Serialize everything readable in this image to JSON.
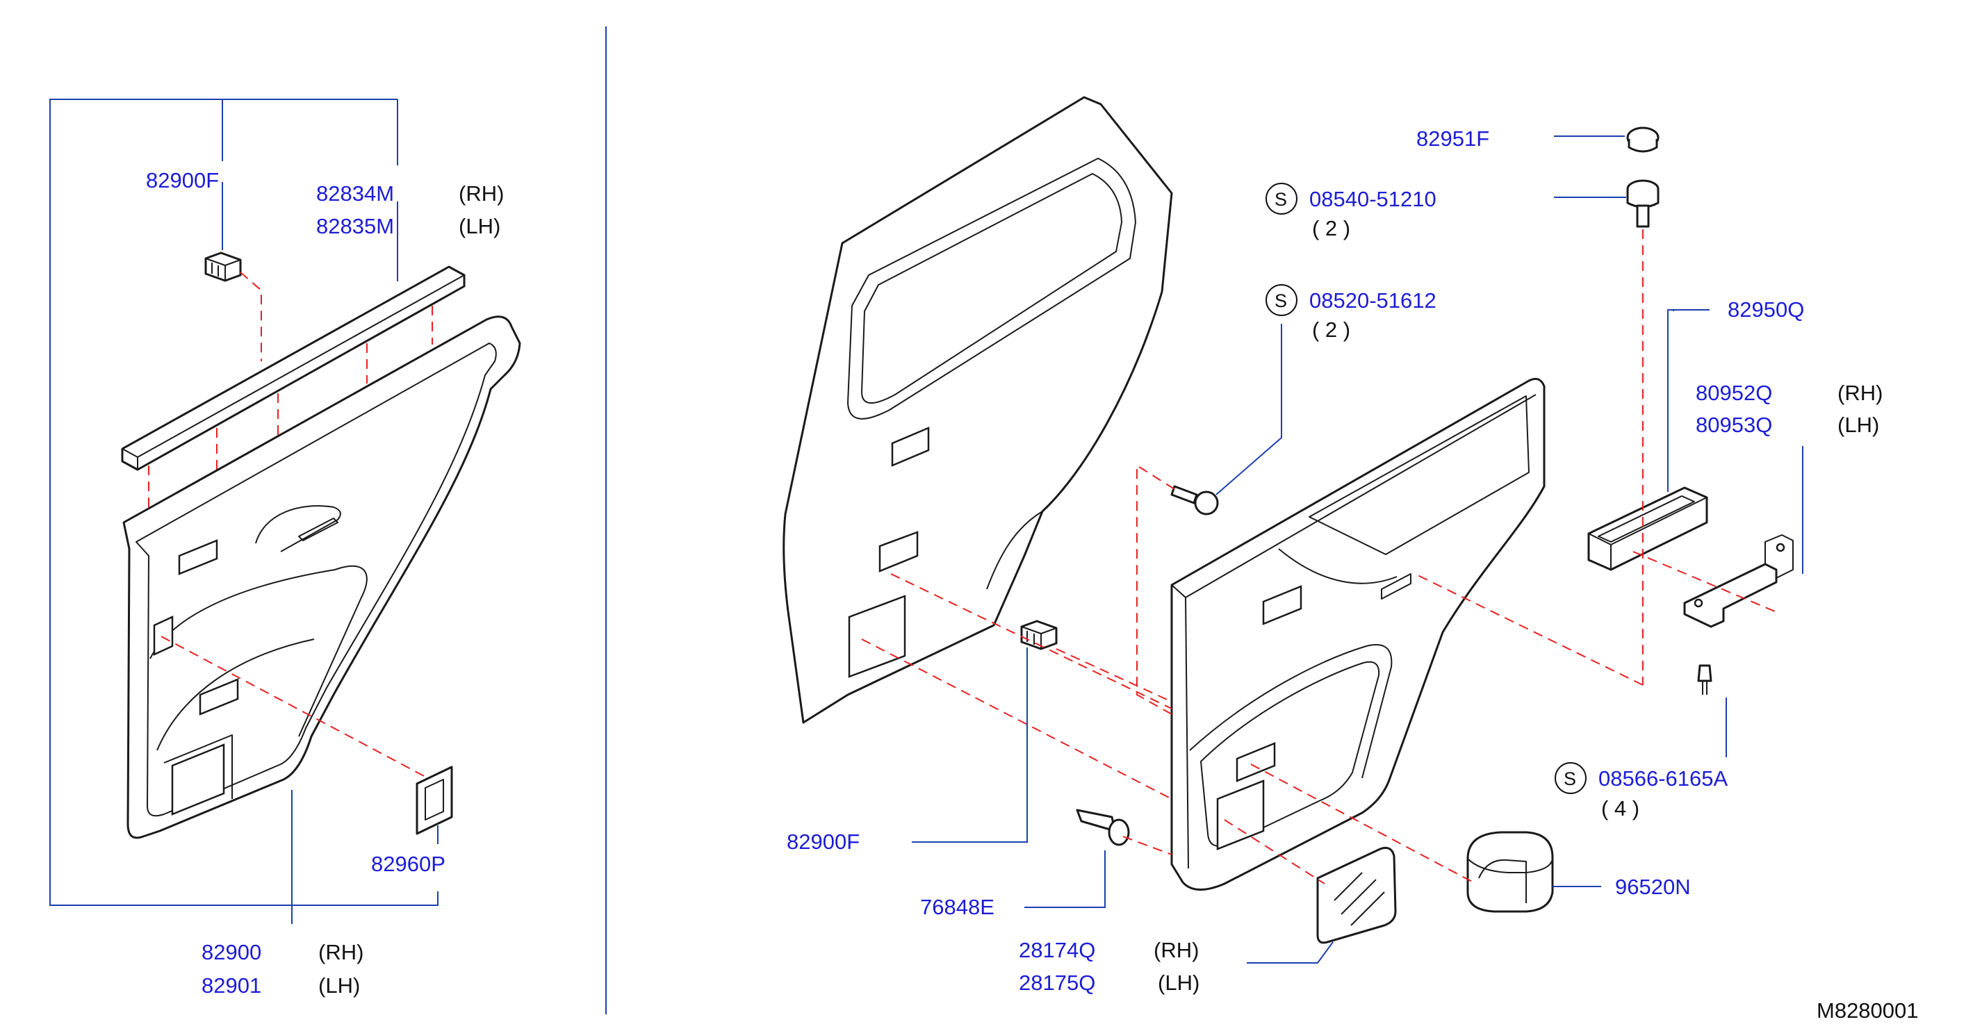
{
  "left": {
    "labels": {
      "clip": "82900F",
      "strip_rh": "82834M",
      "strip_rh_side": "(RH)",
      "strip_lh": "82835M",
      "strip_lh_side": "(LH)",
      "seal": "82960P",
      "trim_rh": "82900",
      "trim_rh_side": "(RH)",
      "trim_lh": "82901",
      "trim_lh_side": "(LH)"
    }
  },
  "right": {
    "labels": {
      "cap": "82951F",
      "screw1_symbol": "S",
      "screw1": "08540-51210",
      "screw1_qty": "( 2 )",
      "screw2_symbol": "S",
      "screw2": "08520-51612",
      "screw2_qty": "( 2 )",
      "pocket": "82950Q",
      "bracket_rh": "80952Q",
      "bracket_rh_side": "(RH)",
      "bracket_lh": "80953Q",
      "bracket_lh_side": "(LH)",
      "screw3_symbol": "S",
      "screw3": "08566-6165A",
      "screw3_qty": "( 4 )",
      "clip": "82900F",
      "rivet": "76848E",
      "reflector_rh": "28174Q",
      "reflector_rh_side": "(RH)",
      "reflector_lh": "28175Q",
      "reflector_lh_side": "(LH)",
      "handle_cup": "96520N"
    }
  },
  "diagram_code": "M8280001"
}
